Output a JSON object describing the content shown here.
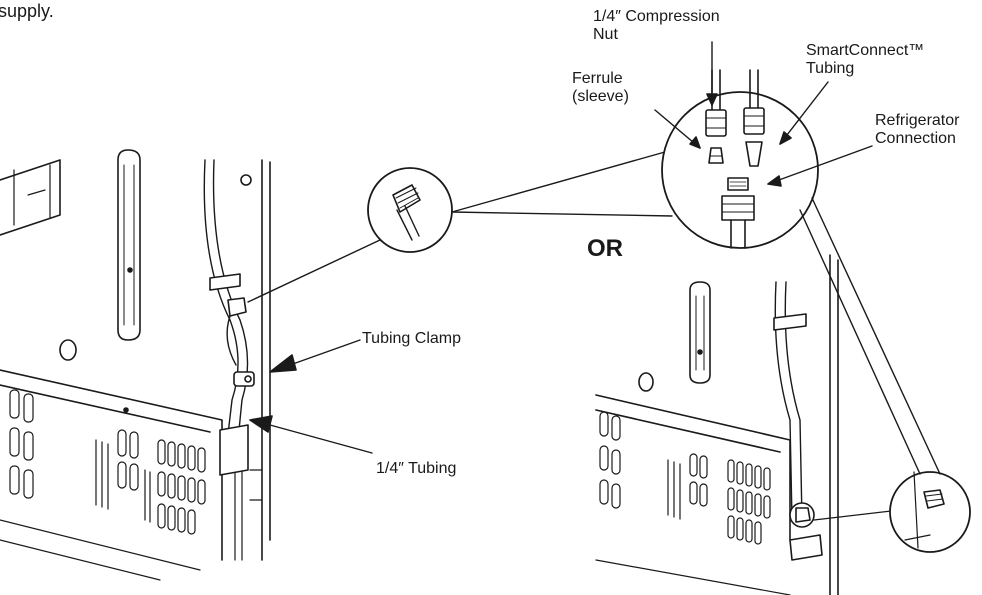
{
  "intro_text": "supply.",
  "labels": {
    "compression_nut": "1/4″ Compression\nNut",
    "ferrule": "Ferrule\n(sleeve)",
    "smartconnect": "SmartConnect™\nTubing",
    "refrigerator_connection": "Refrigerator\nConnection",
    "or": "OR",
    "tubing_clamp": "Tubing Clamp",
    "tubing": "1/4″ Tubing"
  },
  "colors": {
    "line": "#1a1a1a",
    "panel": "#ffffff",
    "shade": "#e6e6e6"
  }
}
